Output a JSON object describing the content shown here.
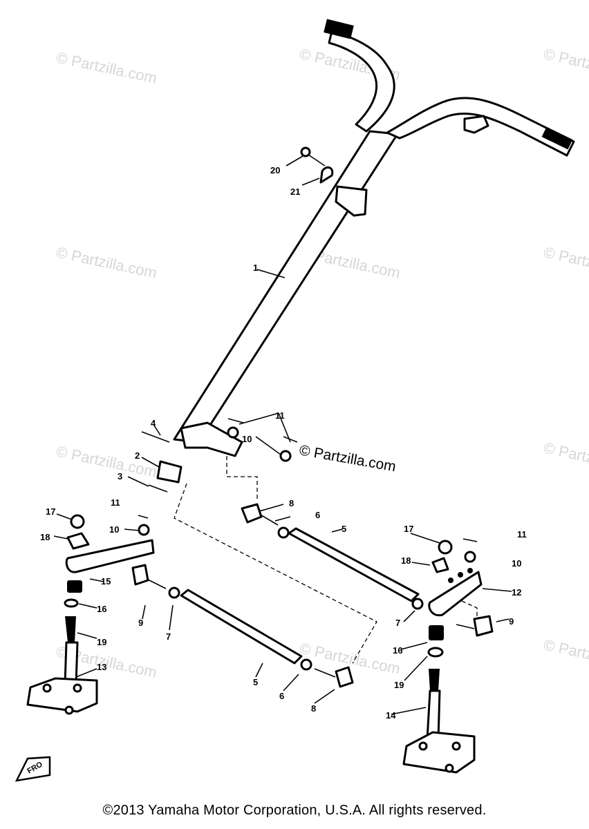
{
  "watermark": {
    "text": "© Partzilla.com",
    "center_text": "© Partzilla.com"
  },
  "callouts": {
    "c1": "1",
    "c2": "2",
    "c3": "3",
    "c4": "4",
    "c5a": "5",
    "c5b": "5",
    "c6a": "6",
    "c6b": "6",
    "c7a": "7",
    "c7b": "7",
    "c8a": "8",
    "c8b": "8",
    "c9a": "9",
    "c9b": "9",
    "c10a": "10",
    "c10b": "10",
    "c10c": "10",
    "c11a": "11",
    "c11b": "11",
    "c11c": "11",
    "c12": "12",
    "c13": "13",
    "c14": "14",
    "c15": "15",
    "c16a": "16",
    "c16b": "16",
    "c17a": "17",
    "c17b": "17",
    "c18a": "18",
    "c18b": "18",
    "c19a": "19",
    "c19b": "19",
    "c20": "20",
    "c21": "21"
  },
  "front_label": "FRO",
  "footer": "©2013 Yamaha Motor Corporation, U.S.A. All rights reserved."
}
